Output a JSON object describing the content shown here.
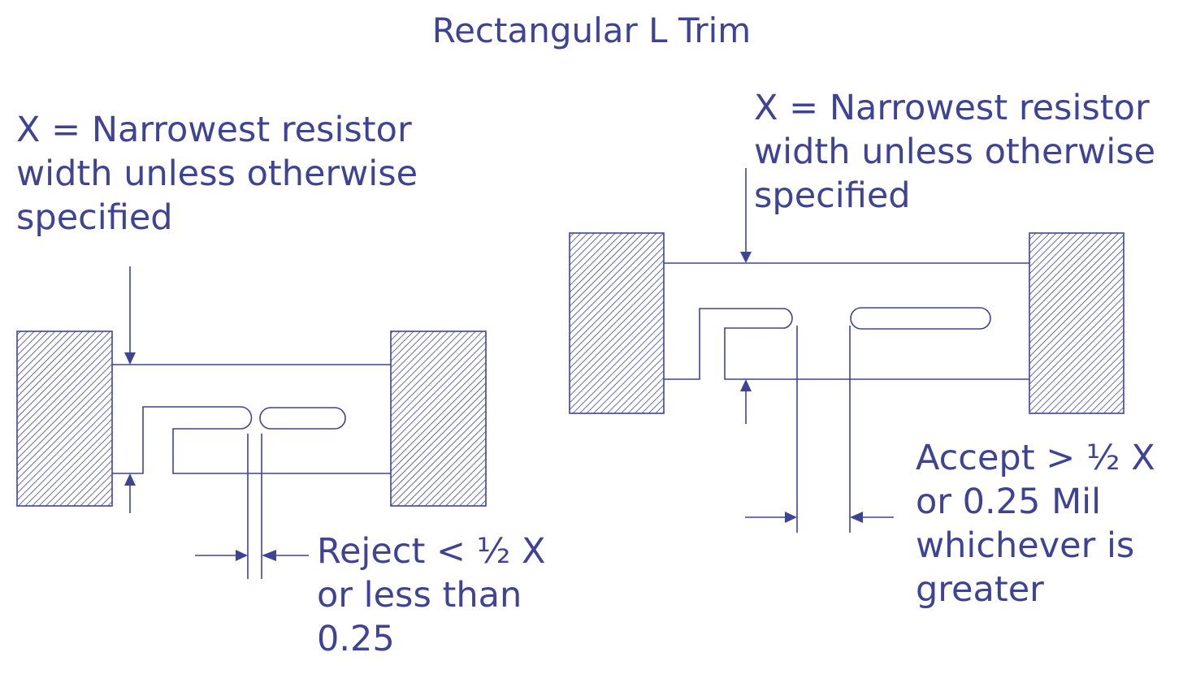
{
  "title": "Rectangular L Trim",
  "colors": {
    "ink": "#3f4394",
    "background": "#ffffff"
  },
  "left_diagram": {
    "note": "X = Narrowest resistor\nwidth unless otherwise\nspecified",
    "callout": "Reject < ½ X\nor less than\n0.25"
  },
  "right_diagram": {
    "note": "X = Narrowest resistor\nwidth unless otherwise\nspecified",
    "callout": "Accept > ½ X\nor 0.25 Mil\nwhichever is\ngreater"
  }
}
